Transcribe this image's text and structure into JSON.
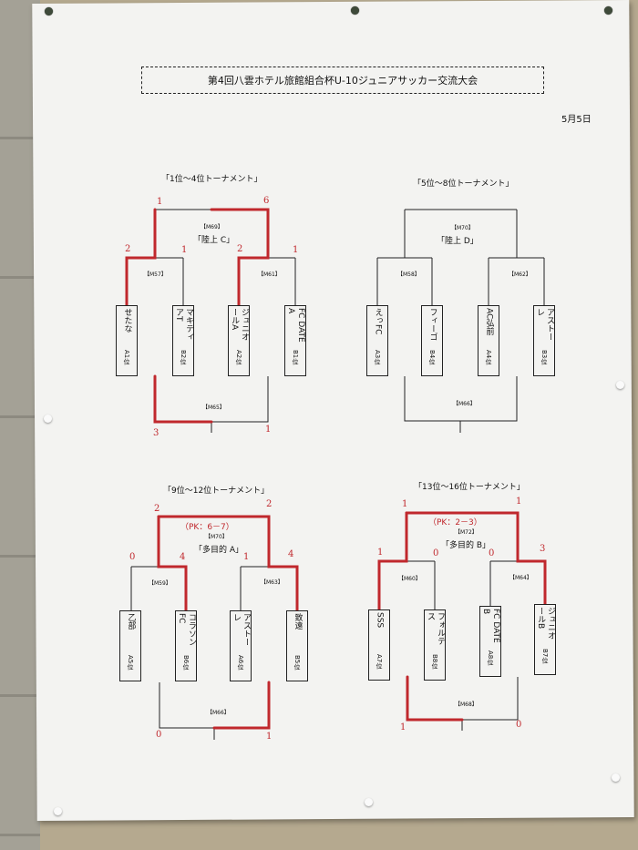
{
  "title": "第4回八雲ホテル旅館組合杯U-10ジュニアサッカー交流大会",
  "date": "5月5日",
  "brackets": [
    {
      "heading": "「1位～4位トーナメント」",
      "final_id": "【M69】",
      "venue": "「陸上 C」",
      "semi_left_id": "【M57】",
      "semi_right_id": "【M61】",
      "third_id": "【M65】",
      "teams": [
        {
          "name": "せたな",
          "rank": "A1位"
        },
        {
          "name": "マキティアT",
          "rank": "B2位"
        },
        {
          "name": "ジュニオールA",
          "rank": "A2位"
        },
        {
          "name": "FC DATE A",
          "rank": "B1位"
        }
      ],
      "scores": {
        "final_left": "1",
        "final_right": "6",
        "semi_l1": "2",
        "semi_l2": "1",
        "semi_r1": "2",
        "semi_r2": "1",
        "third_left": "3",
        "third_right": "1"
      }
    },
    {
      "heading": "「5位～8位トーナメント」",
      "final_id": "【M70】",
      "venue": "「陸上 D」",
      "semi_left_id": "【M58】",
      "semi_right_id": "【M62】",
      "third_id": "【M66】",
      "teams": [
        {
          "name": "えっFC",
          "rank": "A3位"
        },
        {
          "name": "フィーゴ",
          "rank": "B4位"
        },
        {
          "name": "AC弘前",
          "rank": "A4位"
        },
        {
          "name": "アストーレ",
          "rank": "B3位"
        }
      ],
      "scores": {}
    },
    {
      "heading": "「9位～12位トーナメント」",
      "final_id": "【M70】",
      "venue": "「多目的 A」",
      "pk": "（PK：6－7）",
      "semi_left_id": "【M59】",
      "semi_right_id": "【M63】",
      "third_id": "【M66】",
      "teams": [
        {
          "name": "乙部",
          "rank": "A5位"
        },
        {
          "name": "コラソン FC",
          "rank": "B6位"
        },
        {
          "name": "アストーレ",
          "rank": "A6位"
        },
        {
          "name": "致遠",
          "rank": "B5位"
        }
      ],
      "scores": {
        "final_left": "2",
        "final_right": "2",
        "semi_l1": "0",
        "semi_l2": "4",
        "semi_r1": "1",
        "semi_r2": "4",
        "third_left": "0",
        "third_right": "1"
      }
    },
    {
      "heading": "「13位～16位トーナメント」",
      "final_id": "【M72】",
      "venue": "「多目的 B」",
      "pk": "（PK：2－3）",
      "semi_left_id": "【M60】",
      "semi_right_id": "【M64】",
      "third_id": "【M68】",
      "teams": [
        {
          "name": "SSS",
          "rank": "A7位"
        },
        {
          "name": "フォルテス",
          "rank": "B8位"
        },
        {
          "name": "FC DATE B",
          "rank": "A8位"
        },
        {
          "name": "ジュニオールB",
          "rank": "B7位"
        }
      ],
      "scores": {
        "final_left": "1",
        "final_right": "1",
        "semi_l1": "1",
        "semi_l2": "0",
        "semi_r1": "0",
        "semi_r2": "3",
        "third_left": "1",
        "third_right": "0"
      }
    }
  ],
  "colors": {
    "ink": "#111111",
    "marker": "#c0282d",
    "paper": "#f3f3f1"
  }
}
